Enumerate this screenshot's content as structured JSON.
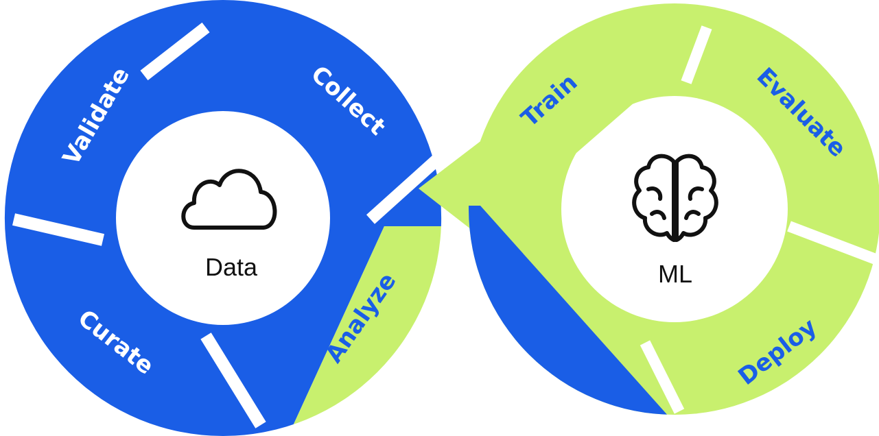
{
  "colors": {
    "blue": "#1a5ee6",
    "green": "#c8f06e",
    "white": "#ffffff",
    "ink": "#111111"
  },
  "data_loop": {
    "hub_label": "Data",
    "hub_icon": "cloud-icon",
    "stages": {
      "validate": "Validate",
      "collect": "Collect",
      "curate": "Curate",
      "analyze": "Analyze"
    }
  },
  "ml_loop": {
    "hub_label": "ML",
    "hub_icon": "brain-icon",
    "stages": {
      "train": "Train",
      "evaluate": "Evaluate",
      "deploy": "Deploy"
    }
  }
}
